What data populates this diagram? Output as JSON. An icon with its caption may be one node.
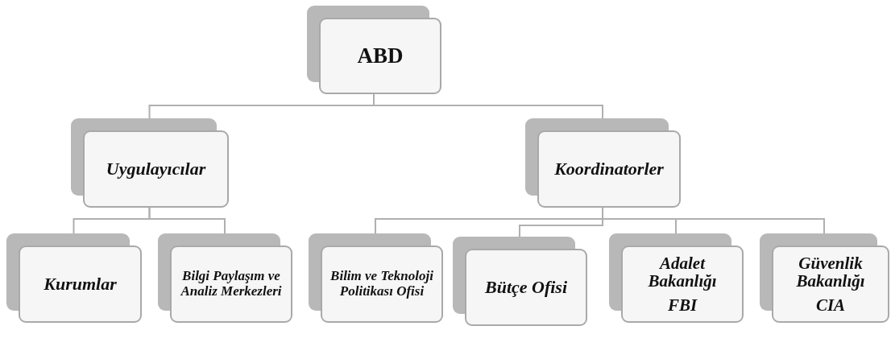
{
  "diagram": {
    "nodes": [
      {
        "text": [
          "ABD"
        ]
      },
      {
        "text": [
          "Uygulayıcılar"
        ]
      },
      {
        "text": [
          "Koordinatorler"
        ]
      },
      {
        "text": [
          "Kurumlar"
        ]
      },
      {
        "text": [
          "Bilgi Paylaşım ve Analiz Merkezleri"
        ]
      },
      {
        "text": [
          "Bilim ve Teknoloji Politikası Ofisi"
        ]
      },
      {
        "text": [
          "Bütçe Ofisi"
        ]
      },
      {
        "text": [
          "Adalet Bakanlığı",
          "FBI"
        ]
      },
      {
        "text": [
          "Güvenlik Bakanlığı",
          "CIA"
        ]
      }
    ],
    "edges": [
      {
        "from": 0,
        "to": 1,
        "arrow": "none"
      },
      {
        "from": 0,
        "to": 2,
        "arrow": "none"
      },
      {
        "from": 1,
        "to": 3,
        "arrow": "none"
      },
      {
        "from": 1,
        "to": 4,
        "arrow": "none"
      },
      {
        "from": 2,
        "to": 5,
        "arrow": "none"
      },
      {
        "from": 2,
        "to": 6,
        "arrow": "none"
      },
      {
        "from": 2,
        "to": 7,
        "arrow": "none"
      },
      {
        "from": 2,
        "to": 8,
        "arrow": "none"
      }
    ]
  }
}
